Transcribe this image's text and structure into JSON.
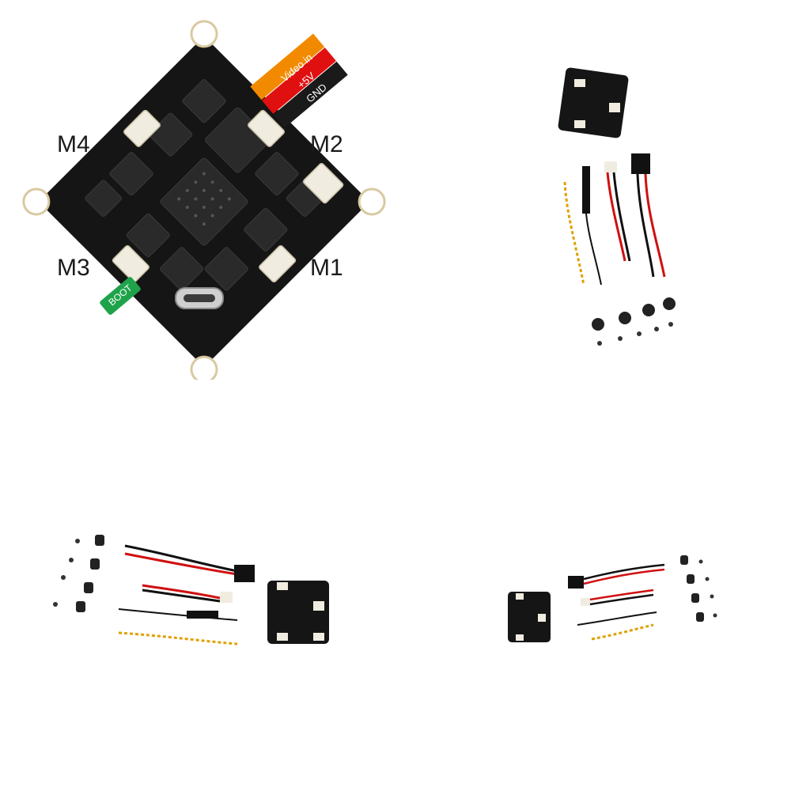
{
  "diagram": {
    "motor_labels": {
      "m4": "M4",
      "m2": "M2",
      "m3": "M3",
      "m1": "M1"
    },
    "wire_labels": {
      "video": "Video in",
      "power": "+5V",
      "ground": "GND"
    },
    "boot_label": "BOOT",
    "colors": {
      "video": "#f28a00",
      "power": "#e01010",
      "ground": "#1a1a1a",
      "boot": "#1fa34a",
      "board": "#151515",
      "connector": "#f1ece0"
    }
  }
}
